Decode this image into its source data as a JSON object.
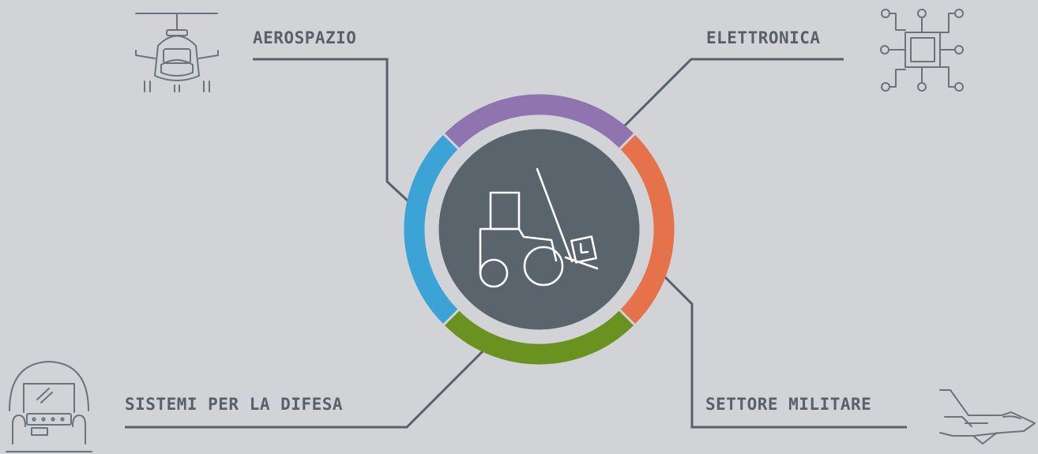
{
  "labels": {
    "aerospace": "AEROSPAZIO",
    "electronics": "ELETTRONICA",
    "defense": "SISTEMI PER LA DIFESA",
    "military": "SETTORE MILITARE"
  },
  "colors": {
    "background": "#d1d3d6",
    "line": "#58616b",
    "center": "#59646d",
    "segment_top": "#8f74b0",
    "segment_left": "#3ca3d7",
    "segment_right": "#e5724b",
    "segment_bottom": "#6a9220",
    "icon_center": "#ffffff"
  },
  "icons": {
    "aerospace": "helicopter-icon",
    "electronics": "microchip-icon",
    "defense": "cockpit-icon",
    "military": "fighter-jet-icon",
    "center": "forklift-icon"
  }
}
